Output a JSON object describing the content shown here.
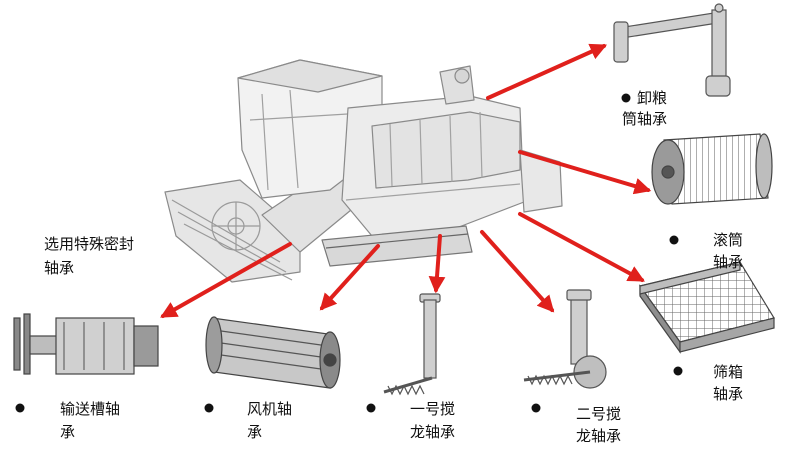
{
  "labels": {
    "unloading_line1": "卸粮",
    "unloading_line2": "筒轴承",
    "drum_line1": "滚筒",
    "drum_line2": "轴承",
    "sieve_line1": "筛箱",
    "sieve_line2": "轴承",
    "auger2_line1": "二号搅",
    "auger2_line2": "龙轴承",
    "auger1_line1": "一号搅",
    "auger1_line2": "龙轴承",
    "fan_line1": "风机轴",
    "fan_line2": "承",
    "conveyor_line1": "输送槽轴",
    "conveyor_line2": "承",
    "special_seal_line1": "选用特殊密封",
    "special_seal_line2": "轴承"
  },
  "colors": {
    "arrow": "#e0201c",
    "machine_fill": "#eeeeee",
    "machine_stroke": "#8a8a8a",
    "part_fill": "#cfcfcf",
    "part_stroke": "#555555"
  }
}
